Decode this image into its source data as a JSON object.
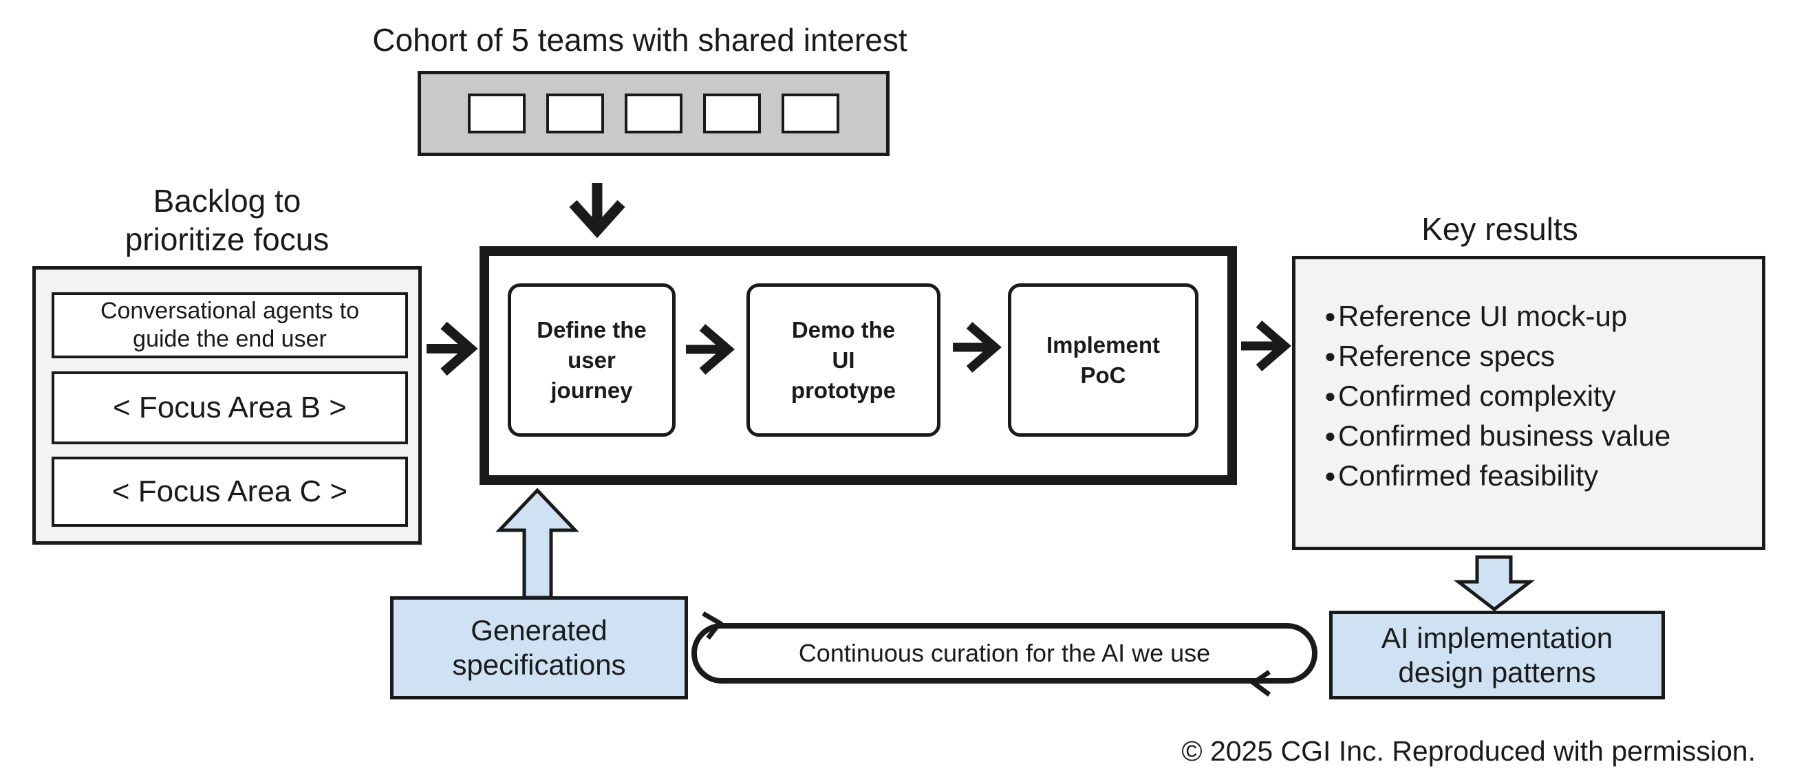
{
  "cohort": {
    "title": "Cohort of 5 teams with shared interest",
    "team_count": 5
  },
  "backlog": {
    "title": "Backlog to\nprioritize focus",
    "items": [
      "Conversational agents to guide the end user",
      "< Focus Area B >",
      "< Focus Area C >"
    ]
  },
  "process": {
    "steps": [
      "Define the user journey",
      "Demo the UI prototype",
      "Implement PoC"
    ]
  },
  "key_results": {
    "title": "Key results",
    "bullet": "●",
    "items": [
      "Reference UI mock-up",
      "Reference specs",
      "Confirmed complexity",
      "Confirmed business value",
      "Confirmed feasibility"
    ]
  },
  "artifacts": {
    "generated_specs": "Generated specifications",
    "ai_patterns": "AI implementation design patterns"
  },
  "curation_loop": {
    "label": "Continuous curation for the AI we use"
  },
  "footer": {
    "copyright": "© 2025 CGI Inc. Reproduced with permission."
  },
  "colors": {
    "accent_blue": "#cfe2f3",
    "cohort_gray": "#c9c9c9",
    "panel_gray": "#f3f3f3",
    "ink": "#1a1a1a"
  }
}
